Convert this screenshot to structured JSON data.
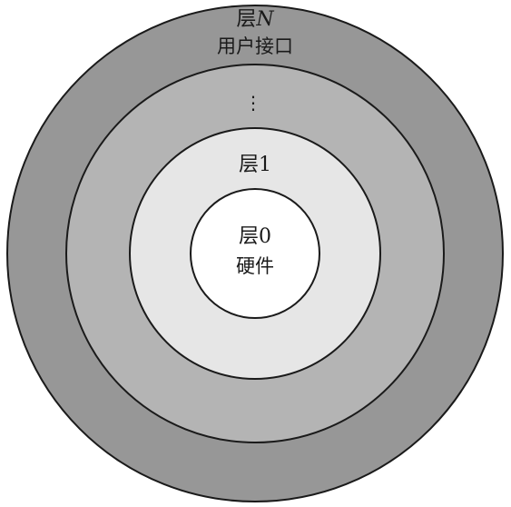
{
  "layers": [
    {
      "id": "layer-n",
      "name": "层N",
      "name_prefix": "层",
      "name_italic": "N",
      "subtitle": "用户接口",
      "fill": "#979797"
    },
    {
      "id": "layer-mid",
      "name": "",
      "subtitle": "",
      "ellipsis": "⋮",
      "fill": "#b4b4b4"
    },
    {
      "id": "layer-1",
      "name": "层1",
      "subtitle": "",
      "fill": "#e6e6e6"
    },
    {
      "id": "layer-0",
      "name": "层0",
      "subtitle": "硬件",
      "fill": "#ffffff"
    }
  ]
}
